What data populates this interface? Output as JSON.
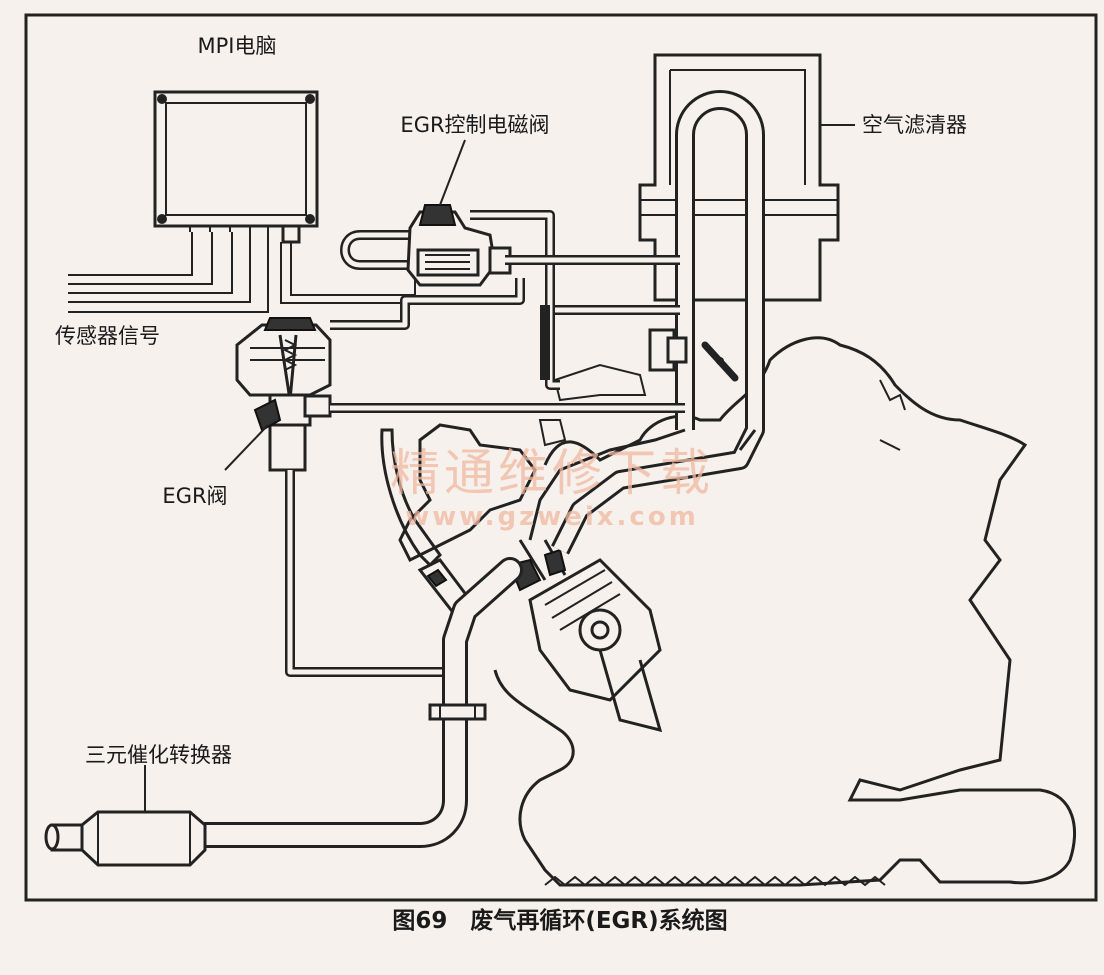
{
  "labels": {
    "ecu": "MPI电脑",
    "solenoid": "EGR控制电磁阀",
    "air_filter": "空气滤清器",
    "sensor": "传感器信号",
    "egr_valve": "EGR阀",
    "catalyst": "三元催化转换器"
  },
  "caption": "图69　废气再循环(EGR)系统图",
  "watermark": {
    "cn": "精通维修下载",
    "url": "www.gzweix.com"
  },
  "colors": {
    "paper": "#f6f1ec",
    "ink": "#1a1a1a",
    "watermark": "#f0b8a0"
  }
}
